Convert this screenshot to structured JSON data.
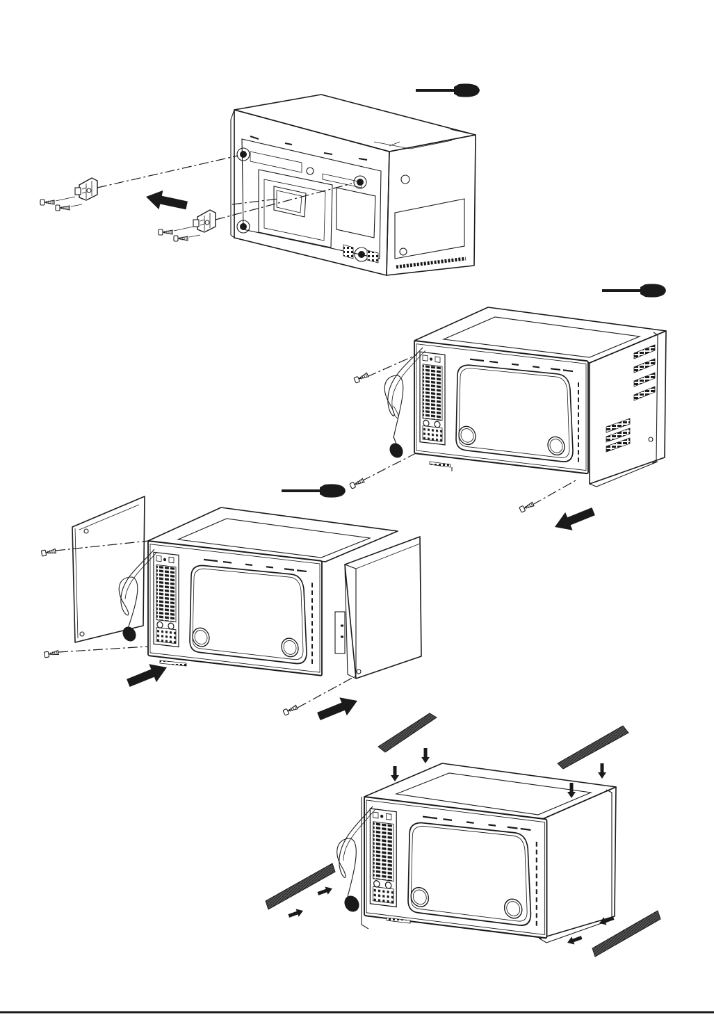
{
  "figure": {
    "colors": {
      "line": "#1a1a1a",
      "background": "#ffffff",
      "strip": "#555555"
    },
    "steps": [
      {
        "id": "step-1",
        "parts": [
          "rear-panel",
          "bracket-left",
          "bracket-right",
          "screws",
          "screwdriver-icon",
          "arrow-icon"
        ]
      },
      {
        "id": "step-2",
        "parts": [
          "oven-front-frame",
          "power-cord",
          "screws",
          "screwdriver-icon",
          "arrow-icon"
        ]
      },
      {
        "id": "step-3",
        "parts": [
          "side-panel-left",
          "side-panel-right",
          "oven-front-frame",
          "screws",
          "screwdriver-icon",
          "arrow-icon"
        ]
      },
      {
        "id": "step-4",
        "parts": [
          "oven-front-frame",
          "trim-strip-top-left",
          "trim-strip-top-right",
          "trim-strip-bottom-left",
          "trim-strip-bottom-right",
          "arrow-icon"
        ]
      }
    ]
  }
}
